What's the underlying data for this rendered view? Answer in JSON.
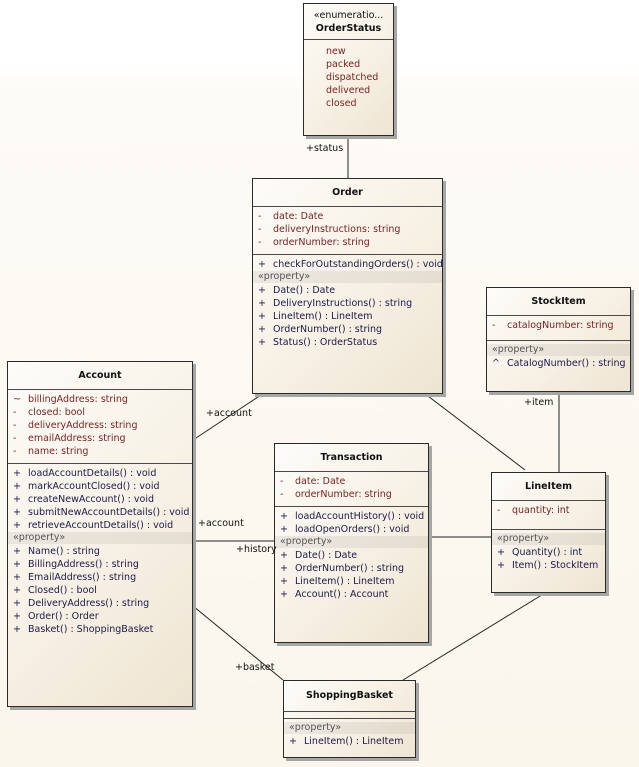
{
  "classes": {
    "orderstatus": {
      "stereotype": "«enumeratio...",
      "name": "OrderStatus",
      "literals": [
        "new",
        "packed",
        "dispatched",
        "delivered",
        "closed"
      ]
    },
    "order": {
      "name": "Order",
      "attributes": [
        {
          "vis": "-",
          "text": "date:  Date"
        },
        {
          "vis": "-",
          "text": "deliveryInstructions:  string"
        },
        {
          "vis": "-",
          "text": "orderNumber:  string"
        }
      ],
      "operations": [
        {
          "vis": "+",
          "text": "checkForOutstandingOrders() : void"
        }
      ],
      "property_stereotype": "«property»",
      "properties": [
        {
          "vis": "+",
          "text": "Date() : Date"
        },
        {
          "vis": "+",
          "text": "DeliveryInstructions() : string"
        },
        {
          "vis": "+",
          "text": "LineItem() : LineItem"
        },
        {
          "vis": "+",
          "text": "OrderNumber() : string"
        },
        {
          "vis": "+",
          "text": "Status() : OrderStatus"
        }
      ]
    },
    "stockitem": {
      "name": "StockItem",
      "attributes": [
        {
          "vis": "-",
          "text": "catalogNumber:  string"
        }
      ],
      "property_stereotype": "«property»",
      "properties": [
        {
          "vis": "^",
          "text": "CatalogNumber() : string"
        }
      ]
    },
    "account": {
      "name": "Account",
      "attributes": [
        {
          "vis": "~",
          "text": "billingAddress:  string"
        },
        {
          "vis": "-",
          "text": "closed:  bool"
        },
        {
          "vis": "-",
          "text": "deliveryAddress:  string"
        },
        {
          "vis": "-",
          "text": "emailAddress:  string"
        },
        {
          "vis": "-",
          "text": "name:  string"
        }
      ],
      "operations": [
        {
          "vis": "+",
          "text": "loadAccountDetails() : void"
        },
        {
          "vis": "+",
          "text": "markAccountClosed() : void"
        },
        {
          "vis": "+",
          "text": "createNewAccount() : void"
        },
        {
          "vis": "+",
          "text": "submitNewAccountDetails() : void"
        },
        {
          "vis": "+",
          "text": "retrieveAccountDetails() : void"
        }
      ],
      "property_stereotype": "«property»",
      "properties": [
        {
          "vis": "+",
          "text": "Name() : string"
        },
        {
          "vis": "+",
          "text": "BillingAddress() : string"
        },
        {
          "vis": "+",
          "text": "EmailAddress() : string"
        },
        {
          "vis": "+",
          "text": "Closed() : bool"
        },
        {
          "vis": "+",
          "text": "DeliveryAddress() : string"
        },
        {
          "vis": "+",
          "text": "Order() : Order"
        },
        {
          "vis": "+",
          "text": "Basket() : ShoppingBasket"
        }
      ]
    },
    "transaction": {
      "name": "Transaction",
      "attributes": [
        {
          "vis": "-",
          "text": "date:  Date"
        },
        {
          "vis": "-",
          "text": "orderNumber:  string"
        }
      ],
      "operations": [
        {
          "vis": "+",
          "text": "loadAccountHistory() : void"
        },
        {
          "vis": "+",
          "text": "loadOpenOrders() : void"
        }
      ],
      "property_stereotype": "«property»",
      "properties": [
        {
          "vis": "+",
          "text": "Date() : Date"
        },
        {
          "vis": "+",
          "text": "OrderNumber() : string"
        },
        {
          "vis": "+",
          "text": "LineItem() : LineItem"
        },
        {
          "vis": "+",
          "text": "Account() : Account"
        }
      ]
    },
    "lineitem": {
      "name": "LineItem",
      "attributes": [
        {
          "vis": "-",
          "text": "quantity:  int"
        }
      ],
      "property_stereotype": "«property»",
      "properties": [
        {
          "vis": "+",
          "text": "Quantity() : int"
        },
        {
          "vis": "+",
          "text": "Item() : StockItem"
        }
      ]
    },
    "shoppingbasket": {
      "name": "ShoppingBasket",
      "property_stereotype": "«property»",
      "properties": [
        {
          "vis": "+",
          "text": "LineItem() : LineItem"
        }
      ]
    }
  },
  "association_labels": {
    "status": "+status",
    "order_account": "+account",
    "item": "+item",
    "transaction_account": "+account",
    "history": "+history",
    "basket": "+basket"
  }
}
